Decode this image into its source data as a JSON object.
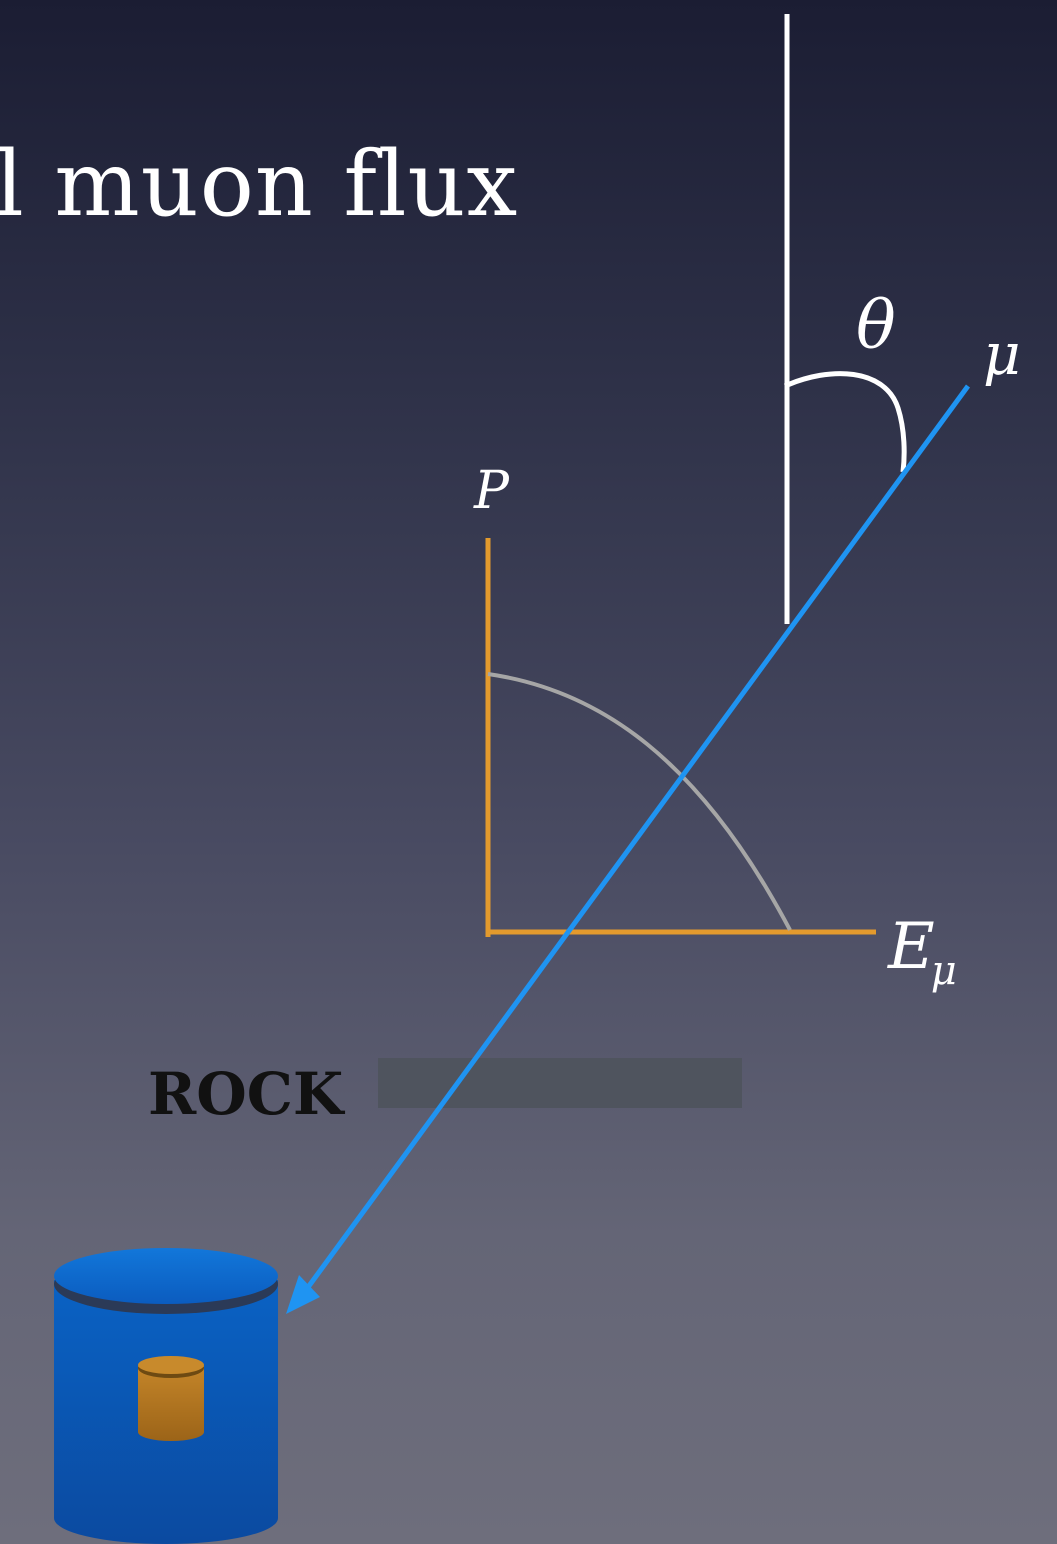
{
  "title": "l muon flux",
  "labels": {
    "theta": "θ",
    "mu": "μ",
    "p_axis": "P",
    "e_axis_main": "E",
    "e_axis_sub": "μ",
    "rock": "ROCK"
  },
  "colors": {
    "muon_track": "#1f94f2",
    "axes": "#e39a2d",
    "curve": "#a6a6a6",
    "vertical_line": "#ffffff",
    "rock_slab": "#4f545e",
    "outer_detector": "#0a5cb8",
    "inner_detector": "#b77a22"
  }
}
